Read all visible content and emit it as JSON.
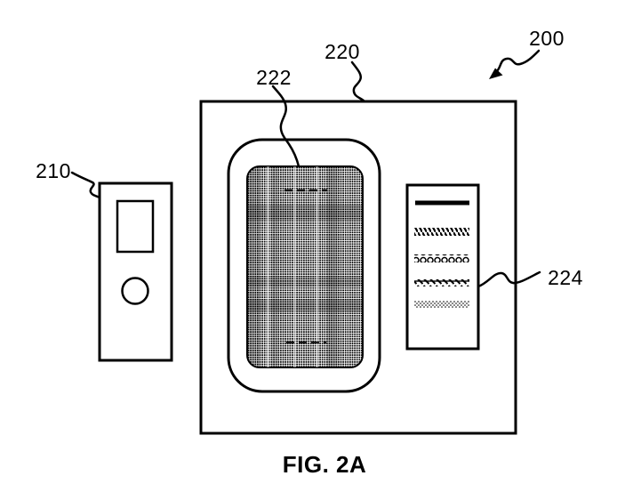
{
  "figure": {
    "caption": "FIG. 2A",
    "reference_labels": {
      "system": "200",
      "remote_device": "210",
      "enclosure": "220",
      "screen": "222",
      "text_panel": "224"
    },
    "colors": {
      "ink": "#000000",
      "paper": "#ffffff",
      "hatch_fill": "halftone-dot-pattern"
    }
  }
}
